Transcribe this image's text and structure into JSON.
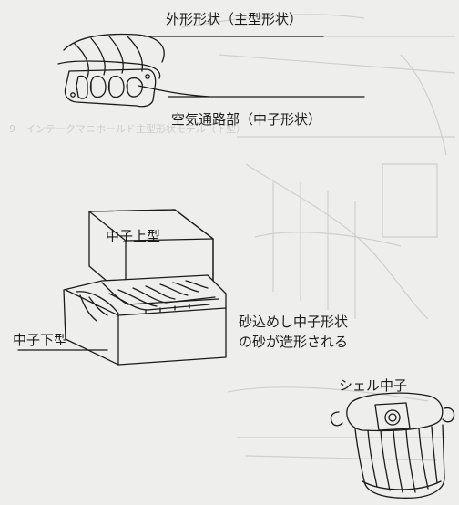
{
  "labels": {
    "outer_shape": "外形形状（主型形状）",
    "air_passage": "空気通路部（中子形状）",
    "core_upper": "中子上型",
    "core_lower": "中子下型",
    "sand_note_line1": "砂込めし中子形状",
    "sand_note_line2": "の砂が造形される",
    "shell_core": "シェル中子"
  },
  "background_text": {
    "faint_caption_1": "9　インテークマニホールド主型形状モデル（下型）"
  },
  "colors": {
    "paper": "#eeeeec",
    "ink": "#1a1a1a",
    "ghost": "#cfcfcc"
  }
}
